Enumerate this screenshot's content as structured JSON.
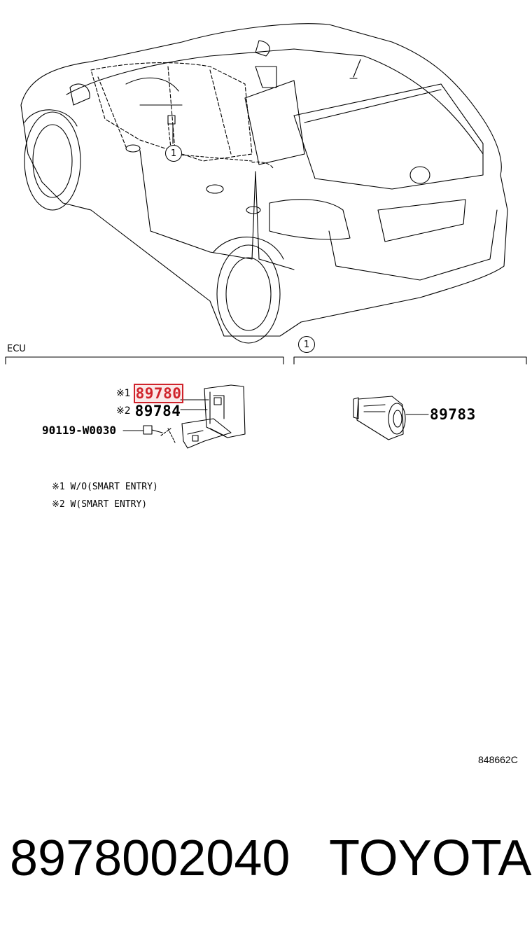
{
  "diagram": {
    "callout": "1",
    "section_left": {
      "title": "ECU"
    },
    "section_right": {
      "callout": "1"
    },
    "parts": {
      "ecu_primary": {
        "mark": "※1",
        "number": "89780"
      },
      "ecu_alt": {
        "mark": "※2",
        "number": "89784"
      },
      "bolt": {
        "number": "90119-W0030"
      },
      "sensor": {
        "number": "89783"
      }
    },
    "notes": [
      "※1 W/O(SMART ENTRY)",
      "※2 W(SMART ENTRY)"
    ],
    "code": "848662C",
    "highlight_color": "#d0232b"
  },
  "footer": {
    "part_number": "8978002040",
    "brand": "TOYOTA"
  }
}
